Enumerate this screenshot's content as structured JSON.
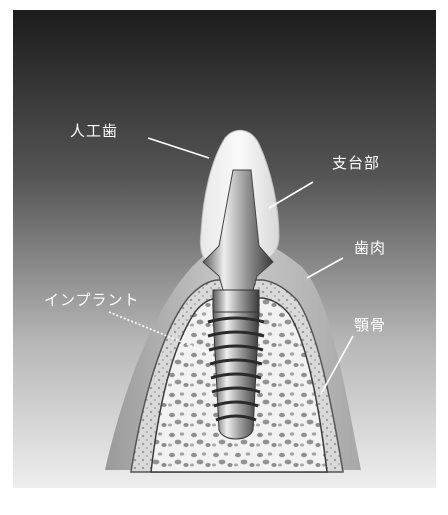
{
  "labels": {
    "crown": "人工歯",
    "abutment": "支台部",
    "gum": "歯肉",
    "implant": "インプラント",
    "jawbone": "顎骨"
  }
}
